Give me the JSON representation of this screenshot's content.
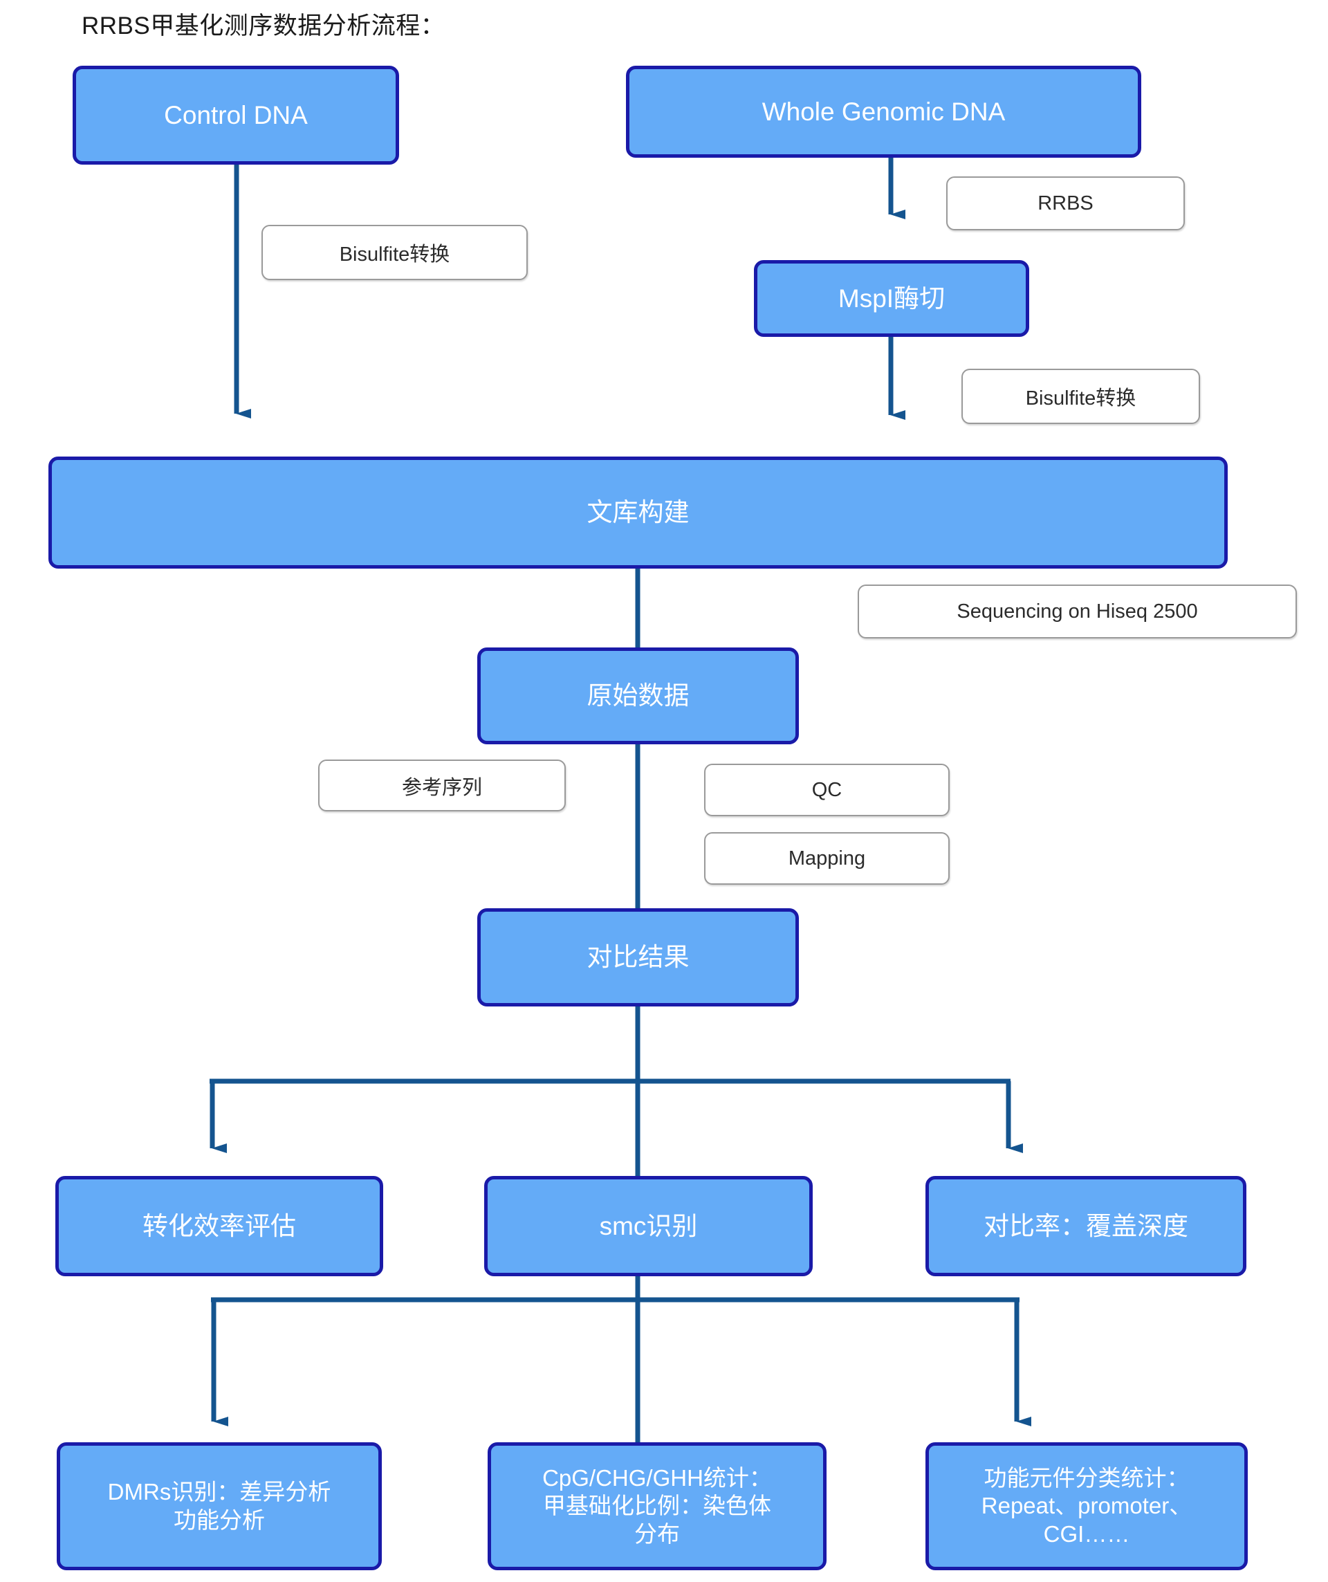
{
  "title": "RRBS甲基化测序数据分析流程：",
  "colors": {
    "node_fill": "#64ABF7",
    "node_border": "#1A1AA8",
    "node_text": "#FFFFFF",
    "edge": "#14548F",
    "tag_border": "#9A9A9A",
    "tag_text": "#2B2B2B",
    "background": "#FFFFFF"
  },
  "nodes": [
    {
      "id": "control-dna",
      "label": "Control DNA"
    },
    {
      "id": "whole-genomic-dna",
      "label": "Whole Genomic DNA"
    },
    {
      "id": "mspi-digestion",
      "label": "MspI酶切"
    },
    {
      "id": "library-construction",
      "label": "文库构建"
    },
    {
      "id": "raw-data",
      "label": "原始数据"
    },
    {
      "id": "alignment-result",
      "label": "对比结果"
    },
    {
      "id": "conversion-efficiency",
      "label": "转化效率评估"
    },
    {
      "id": "smc-identification",
      "label": "smc识别"
    },
    {
      "id": "mapping-rate-depth",
      "label": "对比率：覆盖深度"
    },
    {
      "id": "dmrs-identification",
      "label": "DMRs识别：差异分析\n功能分析"
    },
    {
      "id": "cpg-statistics",
      "label": "CpG/CHG/GHH统计：\n甲基础化比例：染色体\n分布"
    },
    {
      "id": "functional-element-statistics",
      "label": "功能元件分类统计：\nRepeat、promoter、\nCGI……"
    }
  ],
  "tags": [
    {
      "id": "bisulfite-conversion-left",
      "label": "Bisulfite转换"
    },
    {
      "id": "rrbs",
      "label": "RRBS"
    },
    {
      "id": "bisulfite-conversion-right",
      "label": "Bisulfite转换"
    },
    {
      "id": "sequencing-hiseq",
      "label": "Sequencing on Hiseq 2500"
    },
    {
      "id": "reference-sequence",
      "label": "参考序列"
    },
    {
      "id": "qc",
      "label": "QC"
    },
    {
      "id": "mapping",
      "label": "Mapping"
    }
  ]
}
